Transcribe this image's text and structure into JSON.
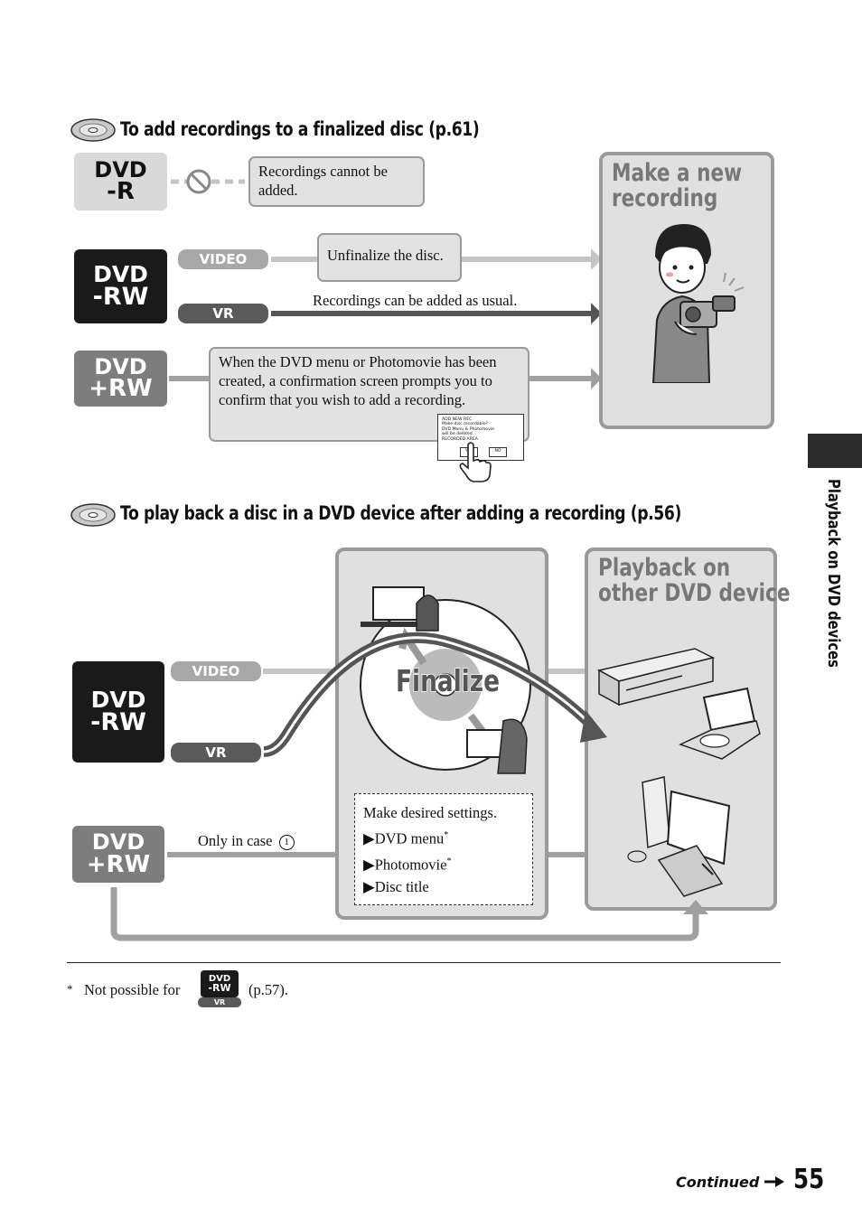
{
  "section1": {
    "title": "To add recordings to a finalized disc (p.61)"
  },
  "badges": {
    "dvd_r": [
      "DVD",
      "-R"
    ],
    "dvd_rw": [
      "DVD",
      "-RW"
    ],
    "dvd_plus_rw": [
      "DVD",
      "+RW"
    ]
  },
  "tags": {
    "video": "VIDEO",
    "vr": "VR"
  },
  "notes": {
    "cannot_add": "Recordings cannot be added.",
    "unfinalize": "Unfinalize the disc.",
    "added_usual": "Recordings can be added as usual.",
    "plus_rw_note": "When the DVD menu or Photomovie has been created, a confirmation screen prompts you to confirm that you wish to add a recording."
  },
  "confirm_screen": {
    "lines": [
      "ADD NEW REC",
      "Make disc recordable?",
      "DVD Menu & Photomovie",
      "will be deleted.",
      "RECORDED AREA"
    ],
    "yes": "YES",
    "no": "NO"
  },
  "panel_make": {
    "title_line1": "Make a new",
    "title_line2": "recording"
  },
  "section2": {
    "title": "To play back a disc in a DVD device after adding a recording (p.56)"
  },
  "finalize": {
    "label": "Finalize"
  },
  "panel_playback": {
    "title_line1": "Playback on",
    "title_line2": "other DVD device"
  },
  "settings_box": {
    "title": "Make desired settings.",
    "items": [
      "DVD menu",
      "Photomovie",
      "Disc title"
    ],
    "item_marks": [
      "*",
      "*",
      ""
    ]
  },
  "only_case": {
    "text": "Only in case",
    "num": "1"
  },
  "footnote": {
    "star": "*",
    "text": "Not possible for",
    "ref": "(p.57).",
    "badge_top": "DVD",
    "badge_bottom": "-RW",
    "badge_tag": "VR"
  },
  "side": {
    "label": "Playback on DVD devices"
  },
  "footer": {
    "continued": "Continued",
    "page": "55"
  }
}
